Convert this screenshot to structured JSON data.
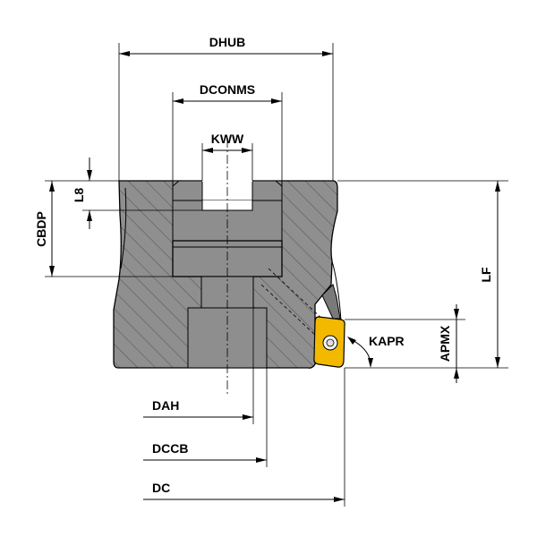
{
  "labels": {
    "dhub": "DHUB",
    "dconms": "DCONMS",
    "kww": "KWW",
    "l8": "L8",
    "cbdp": "CBDP",
    "lf": "LF",
    "kapr": "KAPR",
    "apmx": "APMX",
    "dah": "DAH",
    "dccb": "DCCB",
    "dc": "DC"
  },
  "colors": {
    "body": "#8f8f8f",
    "cavity": "#8c8c8c",
    "insert": "#f2b900",
    "hatch": "#5a5a5a",
    "line": "#000000"
  }
}
